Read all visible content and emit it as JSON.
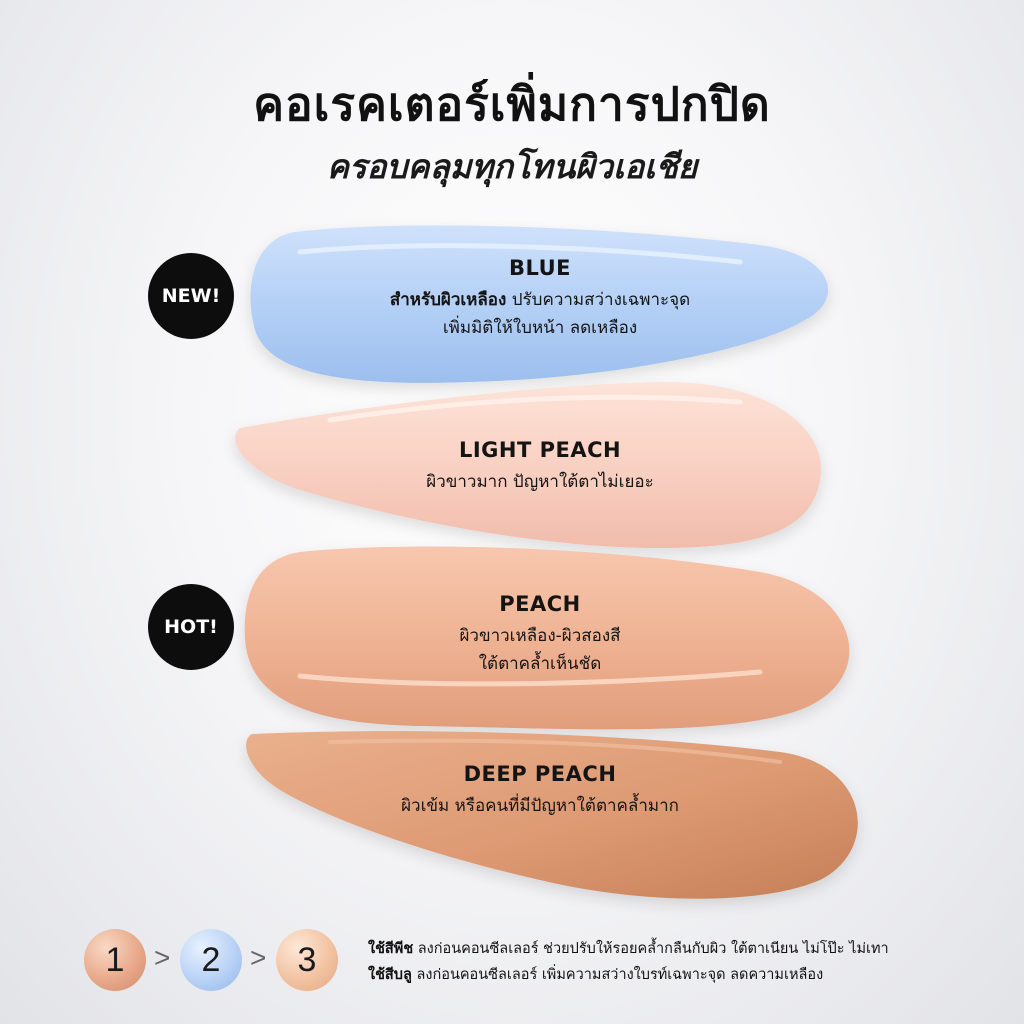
{
  "header": {
    "title": "คอเรคเตอร์เพิ่มการปกปิด",
    "subtitle": "ครอบคลุมทุกโทนผิวเอเชีย"
  },
  "swatches": [
    {
      "name": "BLUE",
      "line1_bold": "สำหรับผิวเหลือง",
      "line1_rest": "ปรับความสว่างเฉพาะจุด",
      "line2": "เพิ่มมิติให้ใบหน้า ลดเหลือง",
      "color": "#b6d3f7"
    },
    {
      "name": "LIGHT PEACH",
      "line1": "ผิวขาวมาก ปัญหาใต้ตาไม่เยอะ",
      "color": "#f8cfc1"
    },
    {
      "name": "PEACH",
      "line1": "ผิวขาวเหลือง-ผิวสองสี",
      "line2": "ใต้ตาคล้ำเห็นชัด",
      "color": "#efb394"
    },
    {
      "name": "DEEP PEACH",
      "line1": "ผิวเข้ม หรือคนที่มีปัญหาใต้ตาคล้ำมาก",
      "color": "#dd9a73"
    }
  ],
  "badges": {
    "new": "NEW!",
    "hot": "HOT!"
  },
  "steps": {
    "one": "1",
    "two": "2",
    "three": "3",
    "sep": ">"
  },
  "tips": {
    "t1_bold": "ใช้สีพีช",
    "t1_rest": "ลงก่อนคอนซีลเลอร์ ช่วยปรับให้รอยคล้ำกลืนกับผิว ใต้ตาเนียน ไม่โป๊ะ ไม่เทา",
    "t2_bold": "ใช้สีบลู",
    "t2_rest": "ลงก่อนคอนซีลเลอร์ เพิ่มความสว่างใบรท์เฉพาะจุด ลดความเหลือง"
  }
}
